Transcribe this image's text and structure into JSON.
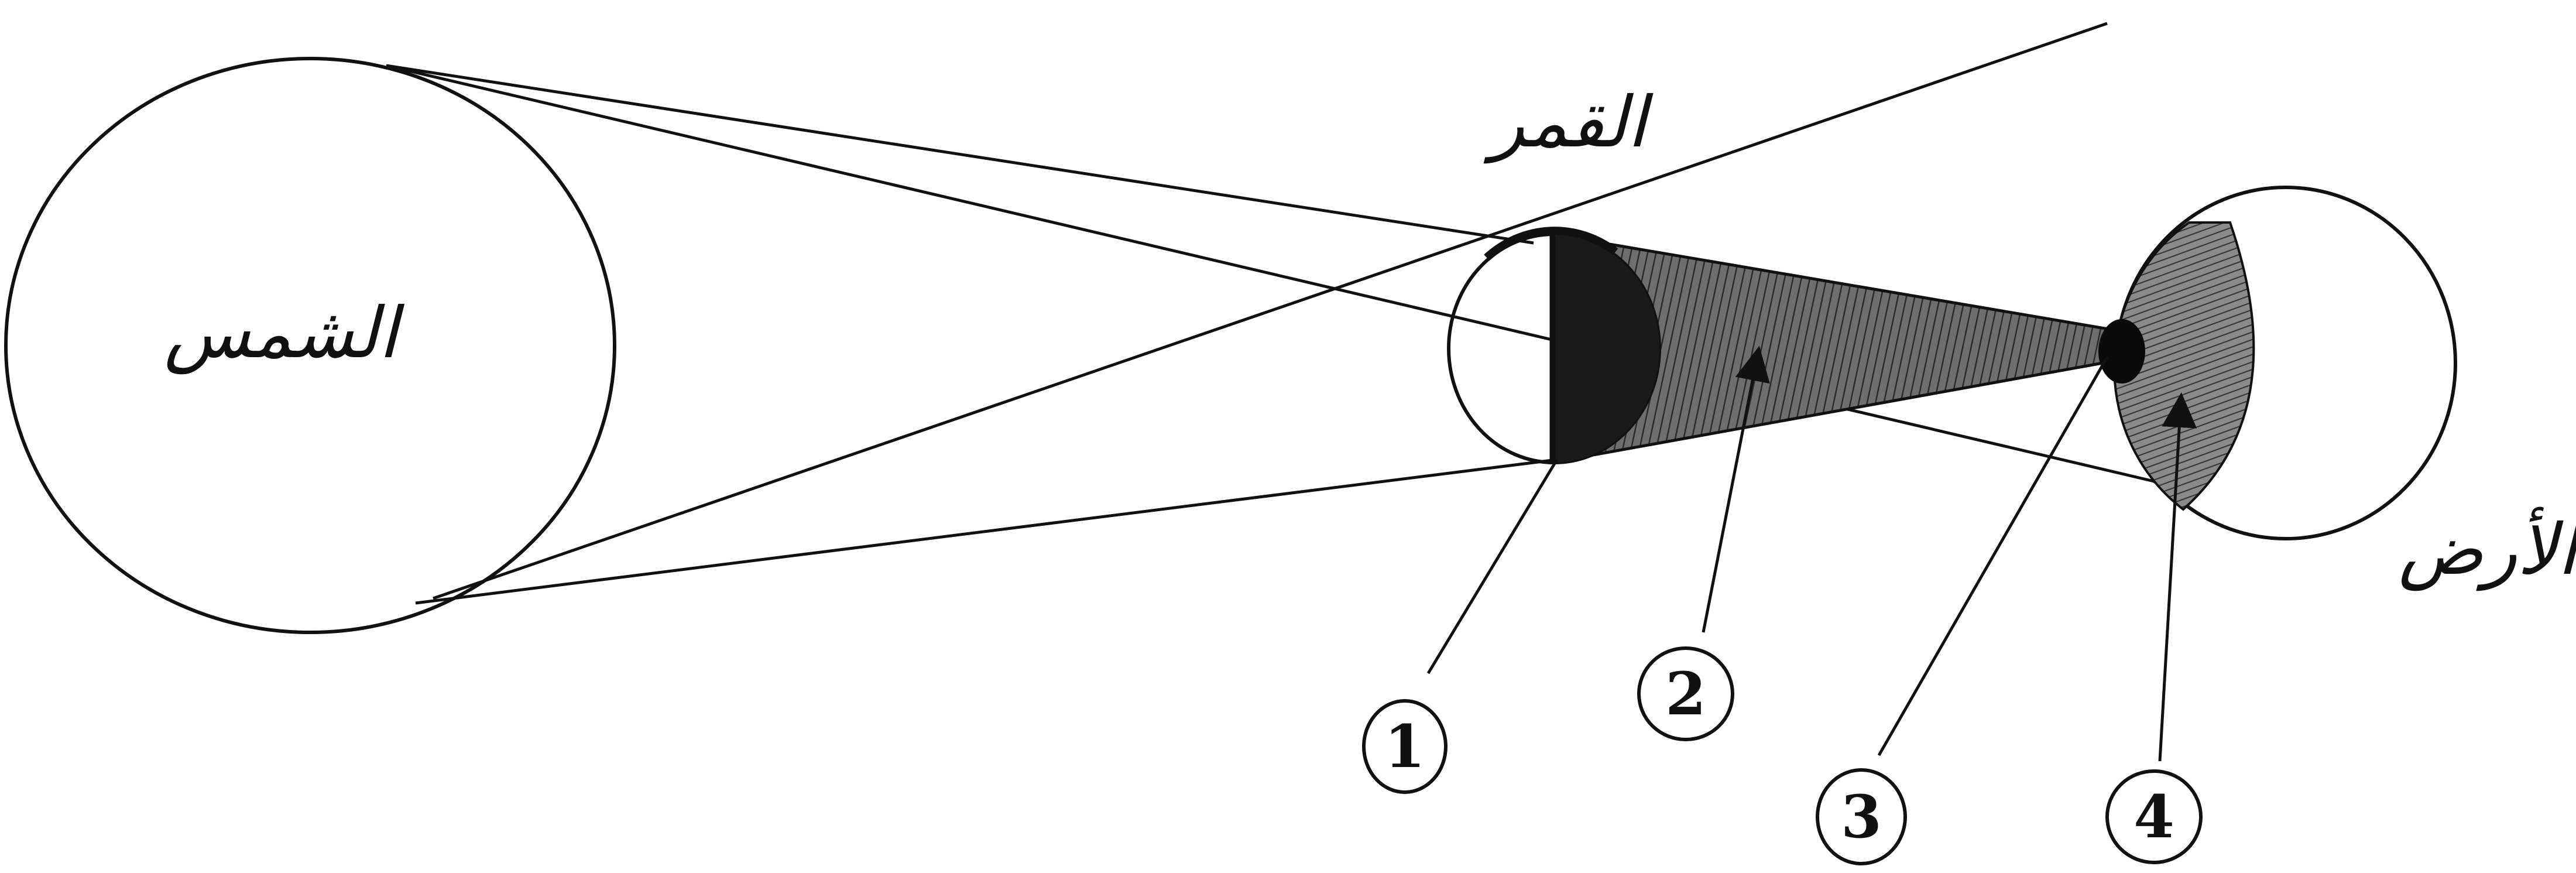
{
  "labels": {
    "sun": "الشمس",
    "moon": "القمر",
    "earth": "الأرض"
  },
  "markers": [
    {
      "id": "1",
      "text": "1"
    },
    {
      "id": "2",
      "text": "2"
    },
    {
      "id": "3",
      "text": "3"
    },
    {
      "id": "4",
      "text": "4"
    }
  ],
  "colors": {
    "ink": "#111111",
    "shadow_dark": "#1a1a1a",
    "shadow_mid": "#555555",
    "shadow_light": "#8a8a8a",
    "background": "#ffffff"
  }
}
